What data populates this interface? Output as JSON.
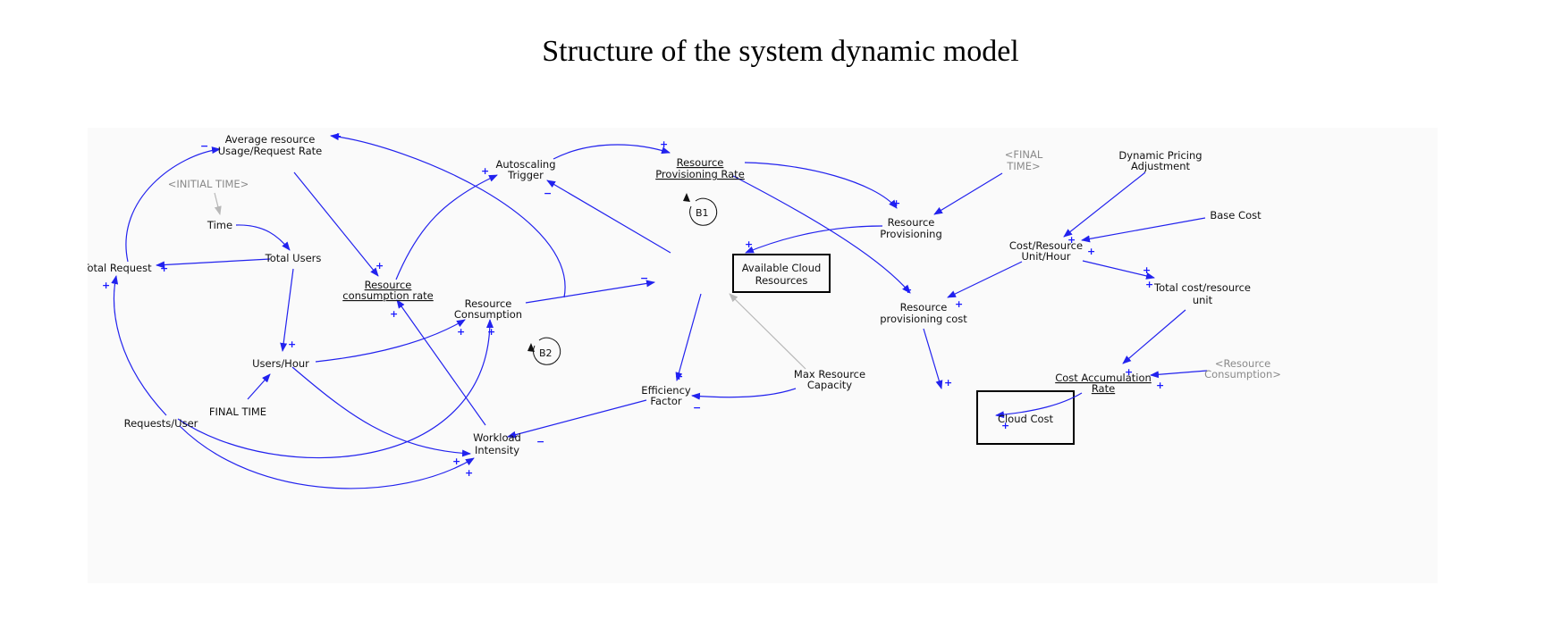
{
  "title": "Structure of the system dynamic model",
  "variables": {
    "avg_usage": [
      "Average resource",
      "Usage/Request Rate"
    ],
    "initial_time": "<INITIAL TIME>",
    "time": "Time",
    "total_request": "Total Request",
    "total_users": "Total Users",
    "res_cons_rate": [
      "Resource",
      "consumption rate"
    ],
    "res_consumption": [
      "Resource",
      "Consumption"
    ],
    "users_hour": "Users/Hour",
    "final_time": "FINAL TIME",
    "requests_user": "Requests/User",
    "workload": [
      "Workload",
      "Intensity"
    ],
    "autoscaling": [
      "Autoscaling",
      "Trigger"
    ],
    "prov_rate": [
      "Resource",
      "Provisioning Rate"
    ],
    "available": [
      "Available Cloud",
      "Resources"
    ],
    "efficiency": [
      "Efficiency",
      "Factor"
    ],
    "max_capacity": [
      "Max Resource",
      "Capacity"
    ],
    "final_time_shadow": [
      "<FINAL",
      "TIME>"
    ],
    "res_provisioning": [
      "Resource",
      "Provisioning"
    ],
    "prov_cost": [
      "Resource",
      "provisioning cost"
    ],
    "cloud_cost": "Cloud Cost",
    "dyn_pricing": [
      "Dynamic Pricing",
      "Adjustment"
    ],
    "base_cost": "Base Cost",
    "cost_per_unit": [
      "Cost/Resource",
      "Unit/Hour"
    ],
    "total_cost_unit": [
      "Total cost/resource",
      "unit"
    ],
    "cost_accum": [
      "Cost Accumulation",
      "Rate"
    ],
    "res_cons_shadow": [
      "<Resource",
      "Consumption>"
    ]
  },
  "loops": {
    "b1": "B1",
    "b2": "B2"
  },
  "colors": {
    "link": "#2222ee",
    "polarity": "#1a1aff",
    "shadow_link": "#b8b8b8",
    "shadow_text": "#8a8a8a"
  }
}
